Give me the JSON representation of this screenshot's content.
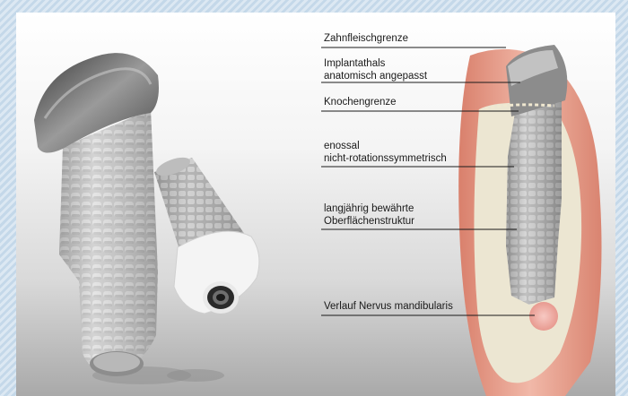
{
  "labels": {
    "gum_line": "Zahnfleischgrenze",
    "neck_line1": "Implantathals",
    "neck_line2": "anatomisch angepasst",
    "bone_line": "Knochengrenze",
    "enossal_line1": "enossal",
    "enossal_line2": "nicht-rotationssymmetrisch",
    "surface_line1": "langjährig bewährte",
    "surface_line2": "Oberflächenstruktur",
    "nerve": "Verlauf Nervus mandibularis"
  },
  "colors": {
    "gum": "#e9a08e",
    "bone": "#ece6d2",
    "metal": "#a4a4a4",
    "collar": "#5a5a5a",
    "leader": "#1a1a1a"
  }
}
